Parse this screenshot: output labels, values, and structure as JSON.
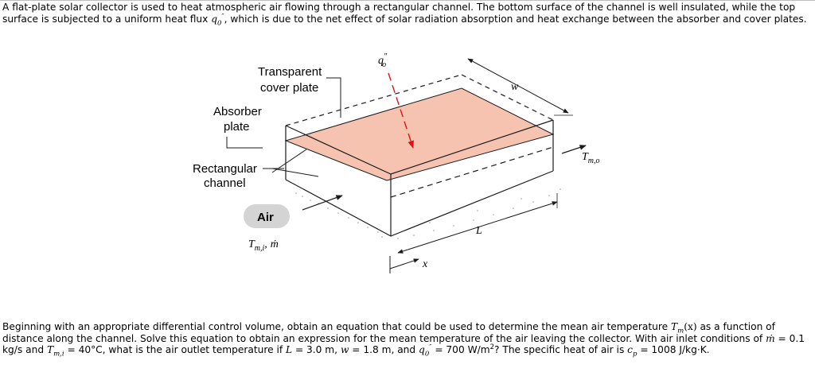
{
  "intro": {
    "part1": "A flat-plate solar collector is used to heat atmospheric air flowing through a rectangular channel. The bottom surface of the channel is well insulated, while the top surface is subjected to a uniform heat flux",
    "flux_sym": "q",
    "flux_sub": "0",
    "flux_prime": "″",
    "part2": ", which is due to the net effect of solar radiation absorption and heat exchange between the absorber and cover plates."
  },
  "figure": {
    "transparent_line1": "Transparent",
    "transparent_line2": "cover plate",
    "absorber_line1": "Absorber",
    "absorber_line2": "plate",
    "channel_line1": "Rectangular",
    "channel_line2": "channel",
    "air": "Air",
    "inlet_T": "T",
    "inlet_sub": "m,i",
    "inlet_sep": ",",
    "inlet_mdot": "ṁ",
    "flux": "q",
    "flux_sup": "″",
    "flux_sub": "o",
    "width": "w",
    "length": "L",
    "x_axis": "x",
    "outlet_T": "T",
    "outlet_sub": "m,o",
    "colors": {
      "absorber_fill": "#f7c3b1",
      "flux_arrow": "#e0101a",
      "line": "#1a1a1a"
    }
  },
  "question": {
    "s1": "Beginning with an appropriate differential control volume, obtain an equation that could be used to determine the mean air temperature",
    "Tm": "T",
    "Tm_sub": "m",
    "Tm_arg": "(x)",
    "s2": "as a function of distance along the channel. Solve this equation to obtain an expression for the mean temperature of the air leaving the collector. With air inlet conditions of",
    "mdot": "ṁ",
    "eq": "=",
    "mdot_val": "0.1 kg/s and",
    "Ti": "T",
    "Ti_sub": "m,i",
    "Ti_val": "= 40°C, what is the air outlet temperature if",
    "L": "L",
    "L_val": "= 3.0 m,",
    "w": "w",
    "w_val": "= 1.8 m, and",
    "q": "q",
    "q_sub": "0",
    "q_prime": "″",
    "q_val": "= 700 W/m",
    "sq": "2",
    "q_tail": "? The specific heat of air is",
    "cp": "c",
    "cp_sub": "p",
    "cp_val": "= 1008 J/kg·K."
  }
}
